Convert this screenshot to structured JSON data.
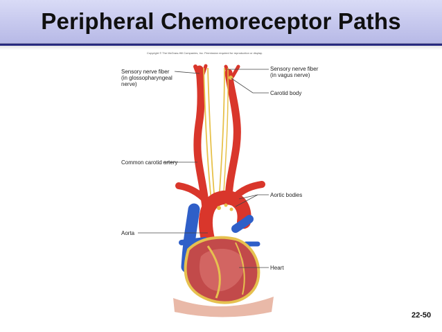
{
  "slide": {
    "title": "Peripheral Chemoreceptor Paths",
    "page_number": "22-50",
    "copyright": "Copyright © The McGraw-Hill Companies, Inc. Permission required for reproduction or display."
  },
  "labels": {
    "sensory_glosso": [
      "Sensory nerve fiber",
      "(in glossopharyngeal",
      "nerve)"
    ],
    "sensory_vagus": [
      "Sensory nerve fiber",
      "(in vagus nerve)"
    ],
    "carotid_body": "Carotid body",
    "common_carotid": "Common carotid artery",
    "aortic_bodies": "Aortic bodies",
    "aorta": "Aorta",
    "heart": "Heart"
  },
  "colors": {
    "title_bar": "#c9cbef",
    "title_border": "#2e3192",
    "artery": "#d9362b",
    "vein": "#2f5fc8",
    "nerve": "#e7c14a",
    "heart": "#c24a4a",
    "fat": "#e6c14f"
  }
}
